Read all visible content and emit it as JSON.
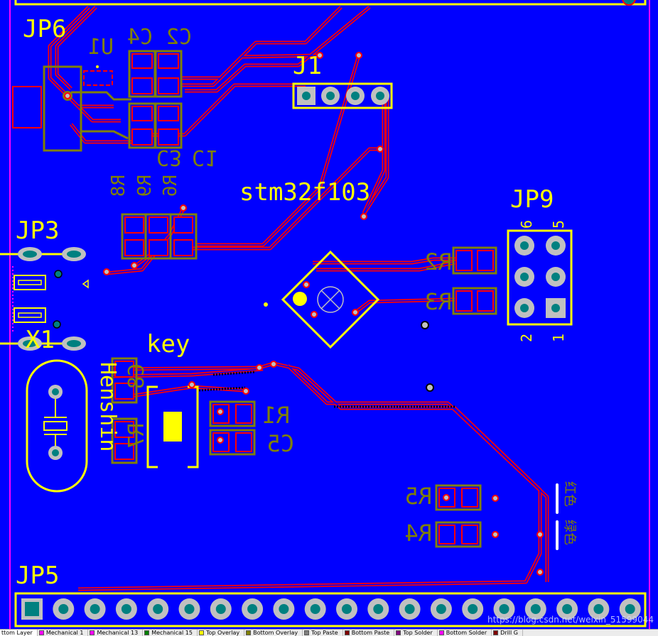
{
  "board": {
    "designators": {
      "jp6": "JP6",
      "u1": "U1",
      "c4": "C4",
      "c2": "C2",
      "c3": "C3",
      "c1": "C1",
      "r8": "R8",
      "r9": "R9",
      "r6": "R6",
      "j1": "J1",
      "mcu_label": "stm32f103",
      "jp9": "JP9",
      "jp3": "JP3",
      "x1": "X1",
      "r2": "R2",
      "r3": "R3",
      "key": "key",
      "c8": "C8",
      "r7": "R7",
      "r1": "R1",
      "c5": "C5",
      "henshin": "Henshin",
      "r5": "R5",
      "r4": "R4",
      "jp5": "JP5"
    },
    "jp9_pins": {
      "pin6": "6",
      "pin5": "5",
      "pin2": "2",
      "pin1": "1"
    },
    "led_labels": {
      "red": "红色",
      "green": "绿色"
    },
    "colors": {
      "background": "#0000ff",
      "top_overlay": "#ffff00",
      "bottom_overlay": "#808000",
      "top_layer": "#ff0000",
      "pad": "#008080",
      "via_ring": "#c0c0c0"
    }
  },
  "layer_tabs": [
    {
      "label": "ttom Layer",
      "color": "#0000ff",
      "active": true
    },
    {
      "label": "Mechanical 1",
      "color": "#ff00ff",
      "active": false
    },
    {
      "label": "Mechanical 13",
      "color": "#ff00ff",
      "active": false
    },
    {
      "label": "Mechanical 15",
      "color": "#008000",
      "active": false
    },
    {
      "label": "Top Overlay",
      "color": "#ffff00",
      "active": false
    },
    {
      "label": "Bottom Overlay",
      "color": "#808000",
      "active": false
    },
    {
      "label": "Top Paste",
      "color": "#808080",
      "active": false
    },
    {
      "label": "Bottom Paste",
      "color": "#800000",
      "active": false
    },
    {
      "label": "Top Solder",
      "color": "#800080",
      "active": false
    },
    {
      "label": "Bottom Solder",
      "color": "#ff00ff",
      "active": false
    },
    {
      "label": "Drill G",
      "color": "#800000",
      "active": false
    }
  ],
  "watermark": "https://blog.csdn.net/weixin_51599044"
}
